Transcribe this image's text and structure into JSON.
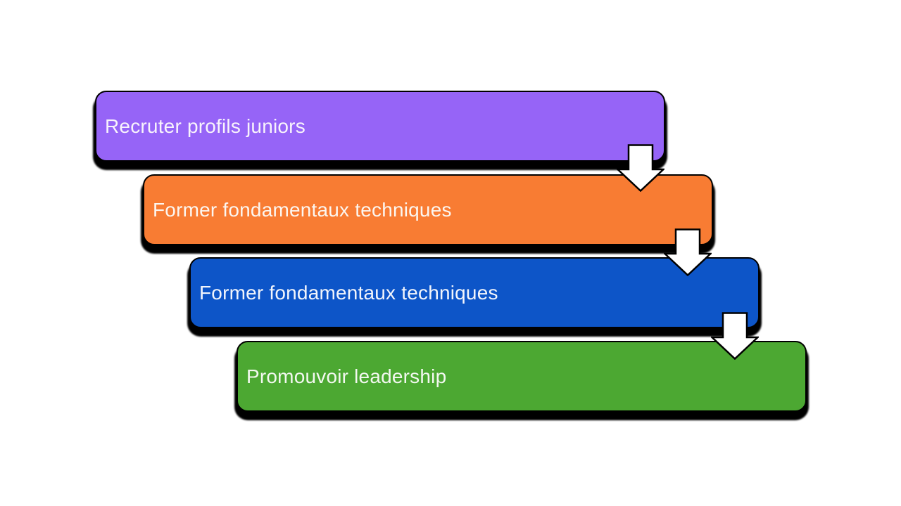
{
  "diagram": {
    "type": "cascade-step-process",
    "background": "#FFFFFF",
    "outline_color": "#000000",
    "shadow_color": "#000000",
    "steps": [
      {
        "label": "Recruter profils juniors",
        "fill": "#9664F7",
        "text_color": "#F8F3FC"
      },
      {
        "label": "Former fondamentaux techniques",
        "fill": "#F87C33",
        "text_color": "#FCF6F0"
      },
      {
        "label": "Former fondamentaux techniques",
        "fill": "#0D55C8",
        "text_color": "#F2F5FC"
      },
      {
        "label": "Promouvoir leadership",
        "fill": "#4CA832",
        "text_color": "#F3F8F0"
      }
    ],
    "connectors": [
      {
        "icon": "down-arrow",
        "fill": "#FFFFFF",
        "stroke": "#000000"
      },
      {
        "icon": "down-arrow",
        "fill": "#FFFFFF",
        "stroke": "#000000"
      },
      {
        "icon": "down-arrow",
        "fill": "#FFFFFF",
        "stroke": "#000000"
      }
    ]
  }
}
